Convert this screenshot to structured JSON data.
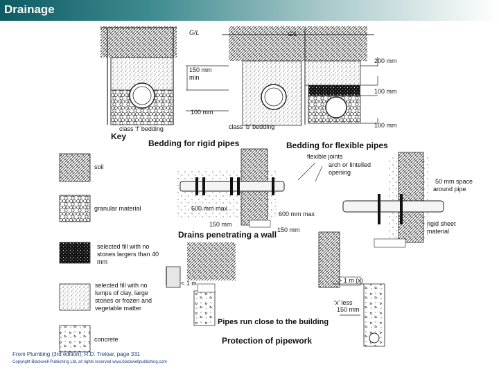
{
  "header": {
    "title": "Drainage"
  },
  "bedding": {
    "gl_left": "G/L",
    "gl_right": "G/L",
    "dim_150": "150 mm",
    "dim_min": "min",
    "dim_100_left": "100 mm",
    "dim_200": "200 mm",
    "dim_100_right_top": "100 mm",
    "dim_100_right_bottom": "100 mm",
    "class_f": "class ‘f’ bedding",
    "class_b": "class ‘b’ bedding",
    "title_rigid": "Bedding for rigid pipes",
    "title_flexible": "Bedding for flexible pipes"
  },
  "key": {
    "title": "Key",
    "items": [
      {
        "label": "soil"
      },
      {
        "label": "granular material"
      },
      {
        "label": "selected fill with no stones largers than 40 mm"
      },
      {
        "label": "selected fill with no lumps of clay, large stones or frozen and vegetable matter"
      },
      {
        "label": "concrete"
      }
    ]
  },
  "wall": {
    "flexible_joints": "flexible joints",
    "arch_lintelled": "arch or lintelled",
    "opening": "opening",
    "space_1": "50 mm space",
    "space_2": "around pipe",
    "dim_600_left": "600 mm max",
    "dim_600_right": "600 mm max",
    "dim_150_left": "150 mm",
    "dim_150_right": "150 mm",
    "rigid_sheet_1": "rigid sheet",
    "rigid_sheet_2": "material",
    "title": "Drains penetrating a wall"
  },
  "close": {
    "lt1": "< 1 m",
    "gt1": "> 1 m (x)",
    "xless": "'x' less",
    "x150": "150 mm",
    "title": "Pipes run close to the building",
    "title2": "Protection of pipework"
  },
  "footer": {
    "citation": "From Plumbing (3rd edition), R.D. Treloar, page 331",
    "copyright": "Copyright Blackwell Publishing Ltd, all rights reserved  www.blackwellpublishing.com"
  }
}
